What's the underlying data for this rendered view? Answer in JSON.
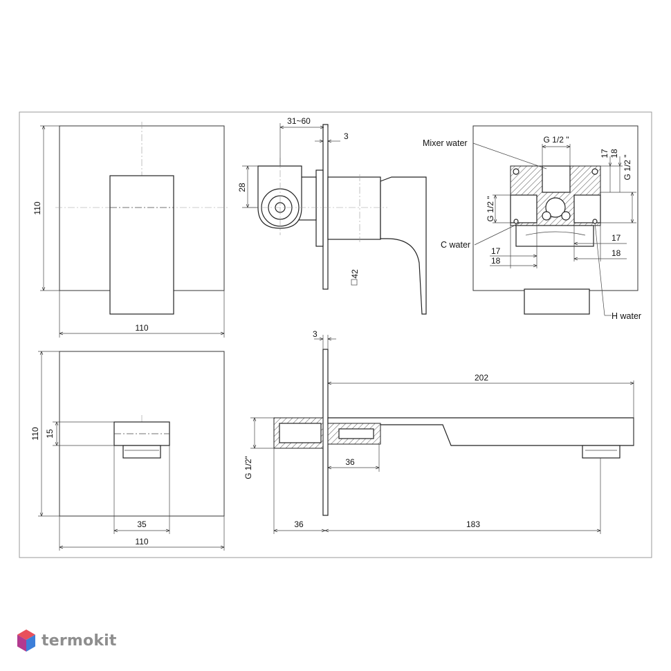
{
  "dimensions": {
    "front_width": "110",
    "front_height": "110",
    "depth_range": "31~60",
    "plate_thickness": "3",
    "body_offset": "28",
    "handle_size": "42",
    "thread_top": "G 1/2 \"",
    "thread_right": "G 1/2 \"",
    "thread_left": "G 1/2 \"",
    "v17": "17",
    "v18": "18",
    "c17": "17",
    "c18": "18",
    "h17": "17",
    "h18": "18",
    "spout_front_width": "110",
    "spout_front_height": "110",
    "spout_height": "15",
    "spout_width": "35",
    "spout_plate_thickness": "3",
    "spout_length": "202",
    "spout_thread": "G 1/2\"",
    "spout_mid": "36",
    "spout_back": "36",
    "spout_reach": "183"
  },
  "labels": {
    "mixer_water": "Mixer water",
    "c_water": "C water",
    "h_water": "H water"
  },
  "brand": {
    "name": "termokit",
    "colors": {
      "top": "#e8505b",
      "left": "#b23a8f",
      "right": "#3d7fd9"
    }
  }
}
